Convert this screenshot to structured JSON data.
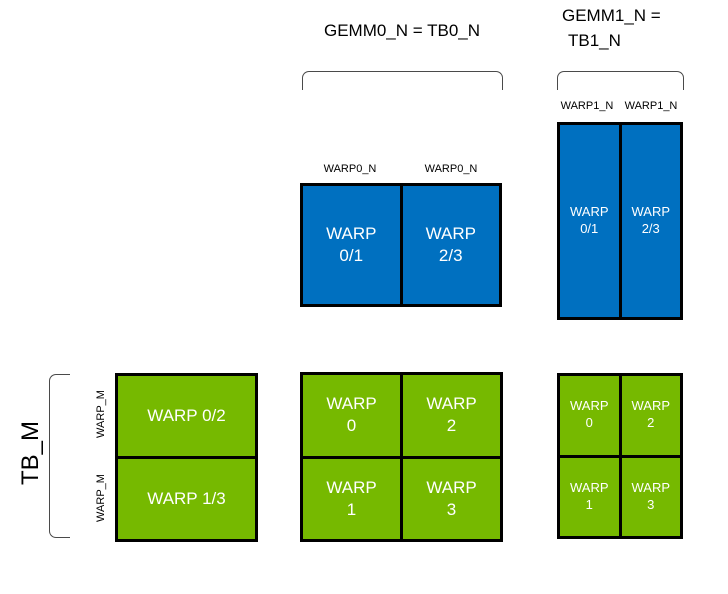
{
  "colors": {
    "tile_blue": "#0070C0",
    "tile_green": "#76B900",
    "tile_border": "#000000",
    "bracket_line": "#4a4a4a",
    "cell_text": "#ffffff",
    "label_text": "#000000"
  },
  "titles": {
    "gemm0": "GEMM0_N = TB0_N",
    "gemm1_line1": "GEMM1_N =",
    "gemm1_line2": "TB1_N"
  },
  "gemm0_b": {
    "col_labels": [
      "WARP0_N",
      "WARP0_N"
    ],
    "cells": [
      {
        "l1": "WARP",
        "l2": "0/1"
      },
      {
        "l1": "WARP",
        "l2": "2/3"
      }
    ]
  },
  "gemm1_b": {
    "col_labels": [
      "WARP1_N",
      "WARP1_N"
    ],
    "cells": [
      {
        "l1": "WARP",
        "l2": "0/1"
      },
      {
        "l1": "WARP",
        "l2": "2/3"
      }
    ]
  },
  "left_axis": {
    "tb_m": "TB_M",
    "row_labels": [
      "WARP_M",
      "WARP_M"
    ]
  },
  "a_tile": {
    "rows": [
      "WARP 0/2",
      "WARP 1/3"
    ]
  },
  "gemm0_c": {
    "cells": [
      {
        "l1": "WARP",
        "l2": "0"
      },
      {
        "l1": "WARP",
        "l2": "2"
      },
      {
        "l1": "WARP",
        "l2": "1"
      },
      {
        "l1": "WARP",
        "l2": "3"
      }
    ]
  },
  "gemm1_c": {
    "cells": [
      {
        "l1": "WARP",
        "l2": "0"
      },
      {
        "l1": "WARP",
        "l2": "2"
      },
      {
        "l1": "WARP",
        "l2": "1"
      },
      {
        "l1": "WARP",
        "l2": "3"
      }
    ]
  }
}
